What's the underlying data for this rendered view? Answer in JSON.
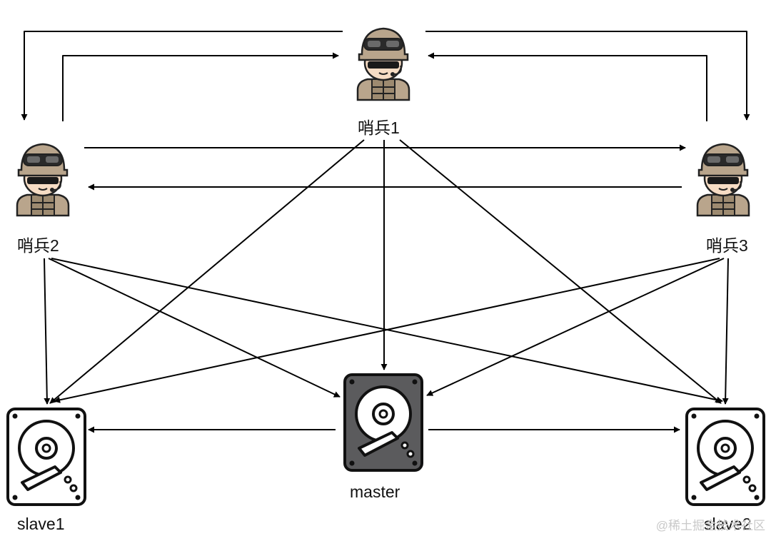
{
  "sentinels": [
    {
      "id": "s1",
      "label": "哨兵1",
      "icon": "soldier-icon"
    },
    {
      "id": "s2",
      "label": "哨兵2",
      "icon": "soldier-icon"
    },
    {
      "id": "s3",
      "label": "哨兵3",
      "icon": "soldier-icon"
    }
  ],
  "servers": [
    {
      "id": "master",
      "label": "master",
      "icon": "hard-drive-icon",
      "role": "master"
    },
    {
      "id": "slave1",
      "label": "slave1",
      "icon": "hard-drive-icon",
      "role": "slave"
    },
    {
      "id": "slave2",
      "label": "slave2",
      "icon": "hard-drive-icon",
      "role": "slave"
    }
  ],
  "edges": [
    {
      "from": "s1",
      "to": "s2"
    },
    {
      "from": "s2",
      "to": "s1"
    },
    {
      "from": "s1",
      "to": "s3"
    },
    {
      "from": "s3",
      "to": "s1"
    },
    {
      "from": "s2",
      "to": "s3"
    },
    {
      "from": "s3",
      "to": "s2"
    },
    {
      "from": "s1",
      "to": "slave1"
    },
    {
      "from": "s1",
      "to": "master"
    },
    {
      "from": "s1",
      "to": "slave2"
    },
    {
      "from": "s2",
      "to": "slave1"
    },
    {
      "from": "s2",
      "to": "master"
    },
    {
      "from": "s2",
      "to": "slave2"
    },
    {
      "from": "s3",
      "to": "slave1"
    },
    {
      "from": "s3",
      "to": "master"
    },
    {
      "from": "s3",
      "to": "slave2"
    },
    {
      "from": "master",
      "to": "slave1"
    },
    {
      "from": "master",
      "to": "slave2"
    }
  ],
  "watermark": "@稀土掘金技术社区",
  "colors": {
    "line": "#000000",
    "master_fill": "#5b5b5d",
    "slave_fill": "#ffffff",
    "helmet": "#b9a58c",
    "skin": "#f6dcc4"
  }
}
